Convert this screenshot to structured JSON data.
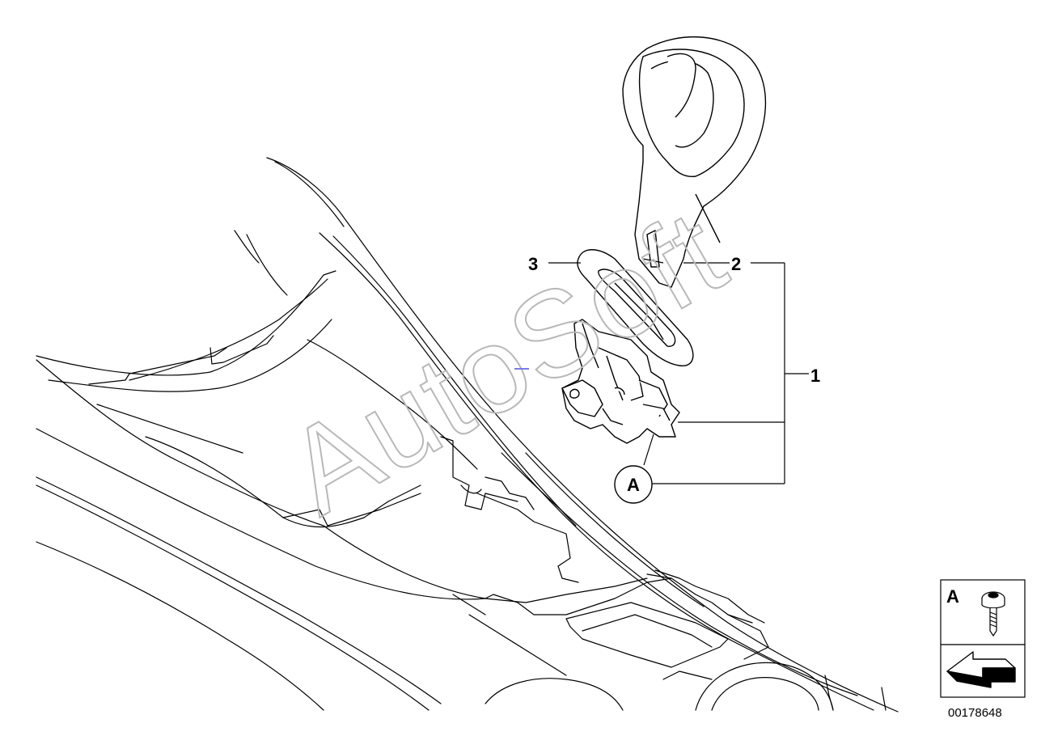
{
  "callouts": {
    "c1": "1",
    "c2": "2",
    "c3": "3",
    "ca": "A"
  },
  "watermark": "AutoSoft",
  "legend": {
    "letter": "A"
  },
  "part_number": "00178648"
}
